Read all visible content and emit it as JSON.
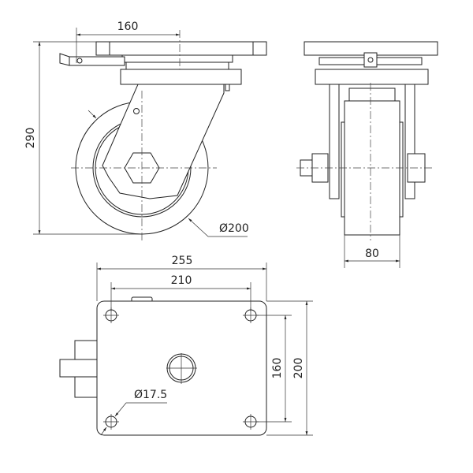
{
  "drawing": {
    "title": "Swivel castor technical drawing",
    "side_view": {
      "dim_width": "160",
      "dim_height": "290",
      "dim_wheel_diameter": "Ø200"
    },
    "front_view": {
      "dim_wheel_width": "80"
    },
    "top_view": {
      "dim_plate_length": "255",
      "dim_hole_spacing_length": "210",
      "dim_hole_spacing_width": "160",
      "dim_plate_width": "200",
      "dim_hole_diameter": "Ø17.5"
    },
    "line_color": "#222222"
  }
}
